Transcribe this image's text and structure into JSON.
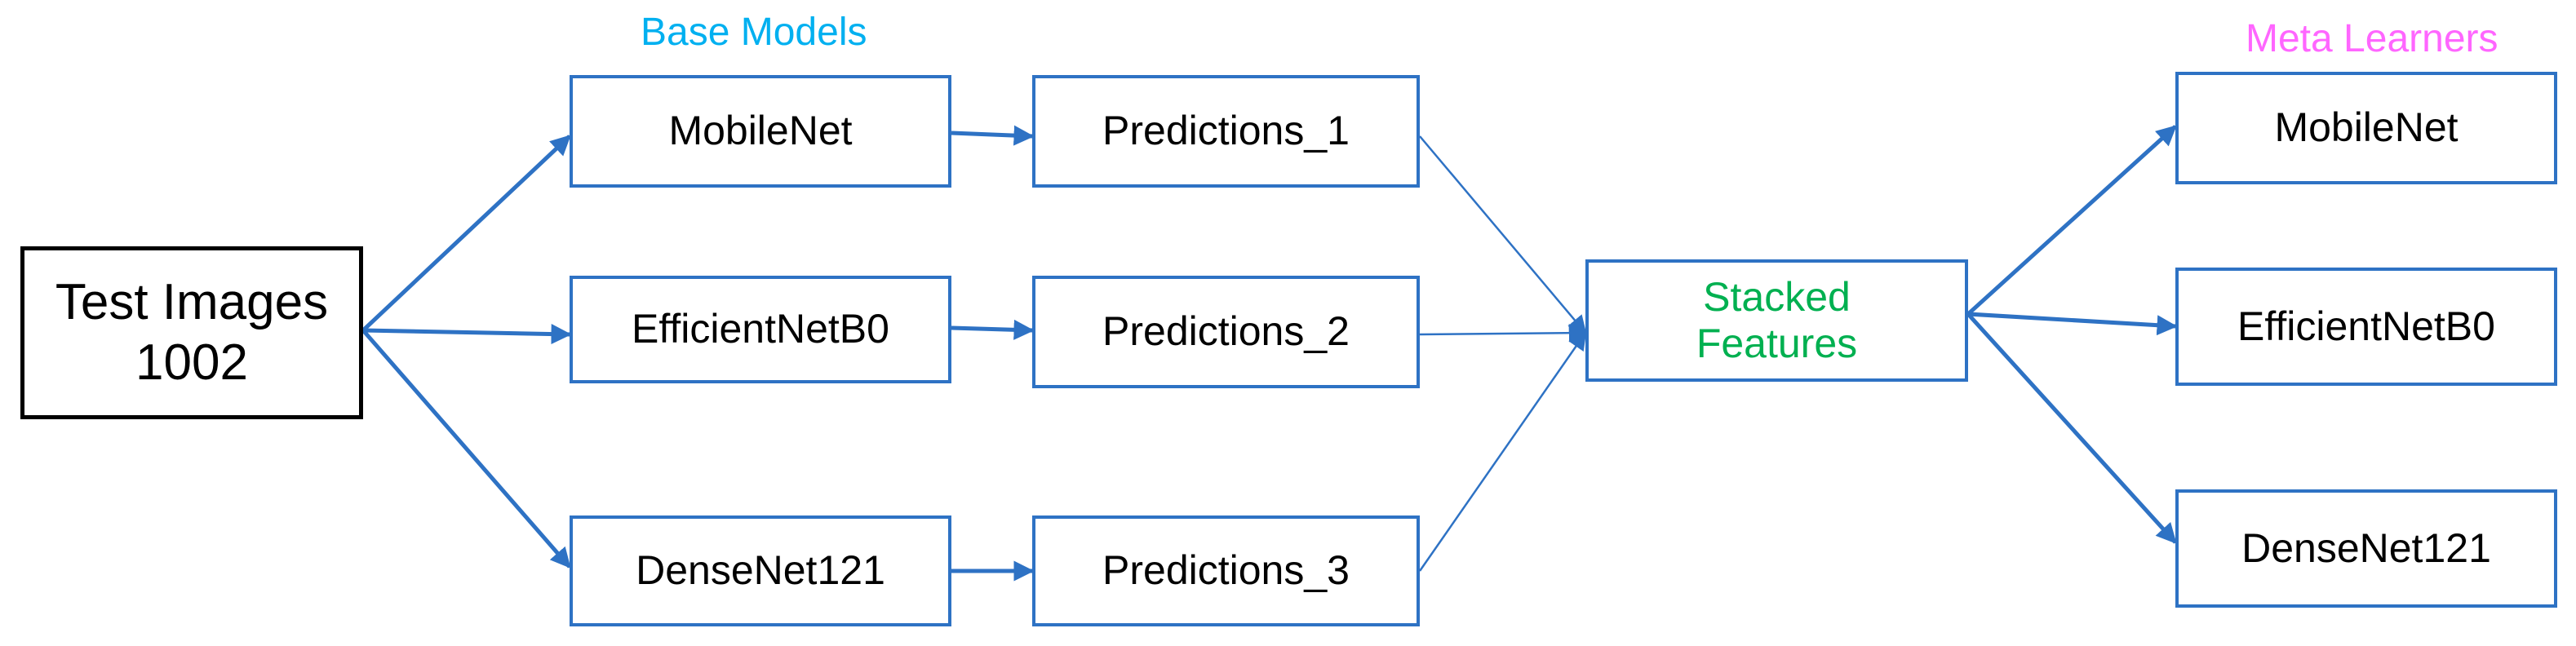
{
  "labels": {
    "base_models": "Base Models",
    "meta_learners": "Meta Learners"
  },
  "input": {
    "line1": "Test Images",
    "line2": "1002"
  },
  "base_models": [
    "MobileNet",
    "EfficientNetB0",
    "DenseNet121"
  ],
  "predictions": [
    "Predictions_1",
    "Predictions_2",
    "Predictions_3"
  ],
  "stacked": {
    "line1": "Stacked",
    "line2": "Features"
  },
  "meta_learners": [
    "MobileNet",
    "EfficientNetB0",
    "DenseNet121"
  ],
  "colors": {
    "arrow": "#2e72c4",
    "base_models_label": "#00b0f0",
    "meta_learners_label": "#ff66ff",
    "stacked_text": "#00b050"
  }
}
